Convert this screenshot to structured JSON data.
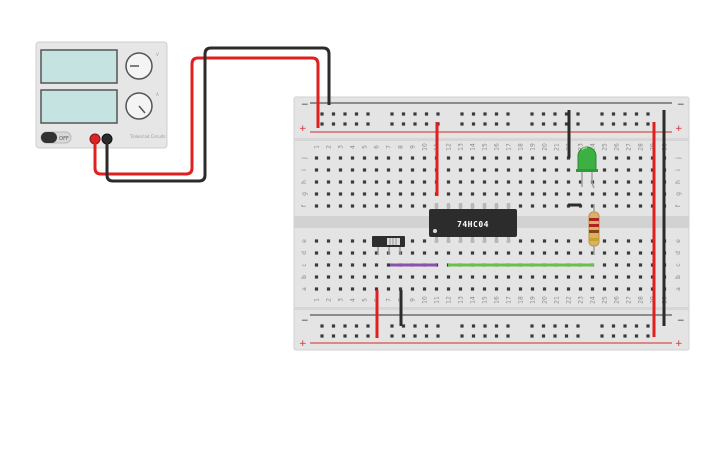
{
  "power_supply": {
    "off_label": "OFF",
    "display_top": "",
    "display_bottom": "",
    "brand_text": "Tinkercad Circuits",
    "knob_top_label": "V",
    "knob_bottom_label": "A"
  },
  "breadboard": {
    "columns": [
      "1",
      "2",
      "3",
      "4",
      "5",
      "6",
      "7",
      "8",
      "9",
      "10",
      "11",
      "12",
      "13",
      "14",
      "15",
      "16",
      "17",
      "18",
      "19",
      "20",
      "21",
      "22",
      "23",
      "24",
      "25",
      "26",
      "27",
      "28",
      "29",
      "30"
    ],
    "rows_top": [
      "j",
      "i",
      "h",
      "g",
      "f"
    ],
    "rows_bottom": [
      "e",
      "d",
      "c",
      "b",
      "a"
    ],
    "rail_minus": "−",
    "rail_plus": "+"
  },
  "chip": {
    "label": "74HC04"
  },
  "colors": {
    "wire_red": "#e02020",
    "wire_black": "#2b2b2b",
    "wire_green": "#6cc04a",
    "wire_purple": "#8a52b0",
    "led_green": "#3cb043",
    "rail_red": "#d62828",
    "rail_black": "#333333"
  }
}
